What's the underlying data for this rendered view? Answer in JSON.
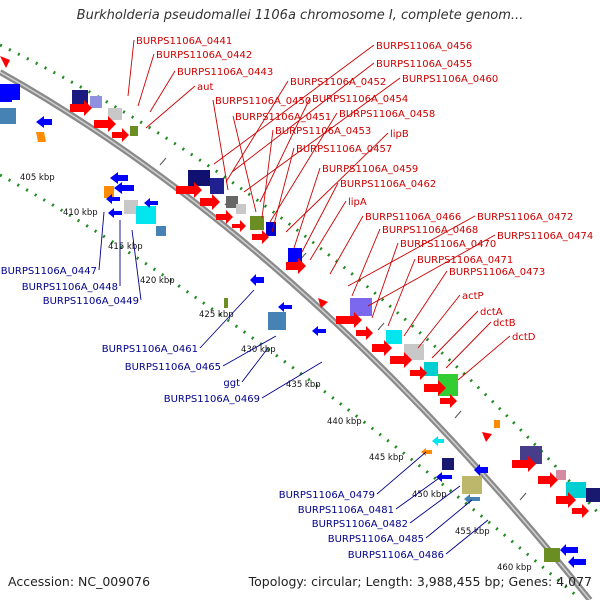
{
  "title": "Burkholderia pseudomallei 1106a chromosome I, complete genom...",
  "footer": {
    "accession": "Accession: NC_009076",
    "stats": "Topology: circular; Length: 3,988,455 bp; Genes: 4,077"
  },
  "colors": {
    "forward_cds": "#ff0000",
    "reverse_cds": "#0000ff",
    "forward_label": "#cc0000",
    "reverse_label": "#00008b",
    "backbone": "#888888",
    "tick": "#228b22"
  },
  "ticks": [
    {
      "label": "405 kbp"
    },
    {
      "label": "410 kbp"
    },
    {
      "label": "415 kbp"
    },
    {
      "label": "420 kbp"
    },
    {
      "label": "425 kbp"
    },
    {
      "label": "430 kbp"
    },
    {
      "label": "435 kbp"
    },
    {
      "label": "440 kbp"
    },
    {
      "label": "445 kbp"
    },
    {
      "label": "450 kbp"
    },
    {
      "label": "455 kbp"
    },
    {
      "label": "460 kbp"
    }
  ],
  "forward_labels": [
    "BURPS1106A_0441",
    "BURPS1106A_0442",
    "BURPS1106A_0443",
    "aut",
    "BURPS1106A_0456",
    "BURPS1106A_0455",
    "BURPS1106A_0452",
    "BURPS1106A_0460",
    "BURPS1106A_0450",
    "BURPS1106A_0454",
    "BURPS1106A_0451",
    "BURPS1106A_0458",
    "BURPS1106A_0453",
    "lipB",
    "BURPS1106A_0457",
    "BURPS1106A_0459",
    "BURPS1106A_0462",
    "lipA",
    "BURPS1106A_0466",
    "BURPS1106A_0472",
    "BURPS1106A_0468",
    "BURPS1106A_0474",
    "BURPS1106A_0470",
    "BURPS1106A_0471",
    "BURPS1106A_0473",
    "actP",
    "dctA",
    "dctB",
    "dctD"
  ],
  "reverse_labels": [
    "BURPS1106A_0447",
    "BURPS1106A_0448",
    "BURPS1106A_0449",
    "BURPS1106A_0461",
    "BURPS1106A_0465",
    "ggt",
    "BURPS1106A_0469",
    "BURPS1106A_0479",
    "BURPS1106A_0481",
    "BURPS1106A_0482",
    "BURPS1106A_0485",
    "BURPS1106A_0486"
  ]
}
